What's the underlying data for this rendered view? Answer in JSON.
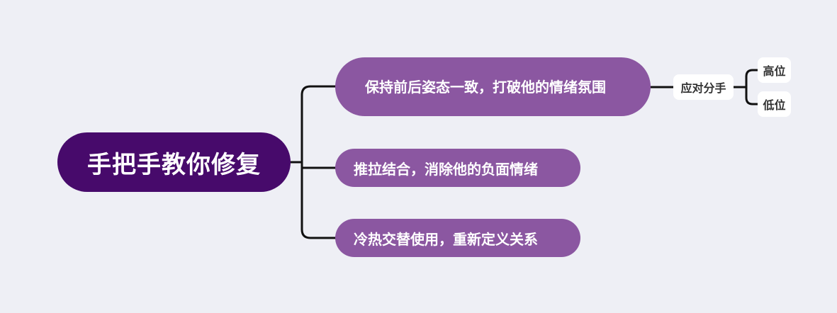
{
  "root": {
    "label": "手把手教你修复"
  },
  "branches": [
    {
      "label": "保持前后姿态一致，打破他的情绪氛围",
      "children": [
        {
          "label": "应对分手",
          "children": [
            {
              "label": "高位"
            },
            {
              "label": "低位"
            }
          ]
        }
      ]
    },
    {
      "label": "推拉结合，消除他的负面情绪"
    },
    {
      "label": "冷热交替使用，重新定义关系"
    }
  ],
  "colors": {
    "background": "#eeeff5",
    "root_fill": "#470a6b",
    "branch_fill": "#8b57a1",
    "leaf_fill": "#ffffff",
    "connector": "#111111"
  }
}
